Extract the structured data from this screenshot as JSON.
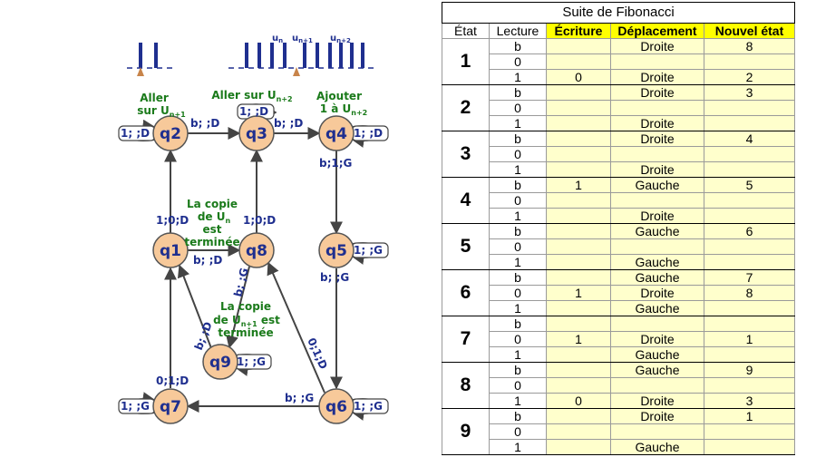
{
  "diagram": {
    "states": {
      "q1": "q1",
      "q2": "q2",
      "q3": "q3",
      "q4": "q4",
      "q5": "q5",
      "q6": "q6",
      "q7": "q7",
      "q8": "q8",
      "q9": "q9"
    },
    "tape1": {
      "labels": []
    },
    "tape2": {
      "labels": [
        "u",
        "n",
        "u",
        "n+1",
        "u",
        "n+2"
      ]
    },
    "annotations": {
      "q2_line1": "Aller",
      "q2_line2": "sur U",
      "q2_sub": "n+1",
      "q3_line1": "Aller sur U",
      "q3_sub": "n+2",
      "q4_line1": "Ajouter",
      "q4_line2": "1 à U",
      "q4_sub": "n+2",
      "q8_line1": "La copie",
      "q8_line2": "de U",
      "q8_sub": "n",
      "q8_line3": "est",
      "q8_line4": "terminée",
      "q9_line1": "La copie",
      "q9_line2": "de U",
      "q9_sub": "n+1",
      "q9_line2b": " est",
      "q9_line3": "terminée"
    },
    "edges": {
      "q2_loop": "1; ;D",
      "q3_loop": "1; ;D",
      "q4_loop": "1; ;D",
      "q5_loop": "1; ;G",
      "q6_loop": "1; ;G",
      "q7_loop": "1; ;G",
      "q9_loop": "1; ;G",
      "q2_q3": "b; ;D",
      "q3_q4": "b; ;D",
      "q4_q5": "b;1;G",
      "q5_q6": "b; ;G",
      "q6_q7": "b; ;G",
      "q7_q1": "0;1;D",
      "q1_q2": "1;0;D",
      "q1_q8": "b; ;D",
      "q8_q3": "1;0;D",
      "q8_q9": "b; ;G",
      "q9_q1": "b; ;D",
      "q6_q8": "0;1;D"
    }
  },
  "table": {
    "title": "Suite de Fibonacci",
    "headers": [
      "État",
      "Lecture",
      "Écriture",
      "Déplacement",
      "Nouvel état"
    ],
    "groups": [
      {
        "state": "1",
        "rows": [
          {
            "read": "b",
            "write": "",
            "move": "Droite",
            "next": "8"
          },
          {
            "read": "0",
            "write": "",
            "move": "",
            "next": ""
          },
          {
            "read": "1",
            "write": "0",
            "move": "Droite",
            "next": "2"
          }
        ]
      },
      {
        "state": "2",
        "rows": [
          {
            "read": "b",
            "write": "",
            "move": "Droite",
            "next": "3"
          },
          {
            "read": "0",
            "write": "",
            "move": "",
            "next": ""
          },
          {
            "read": "1",
            "write": "",
            "move": "Droite",
            "next": ""
          }
        ]
      },
      {
        "state": "3",
        "rows": [
          {
            "read": "b",
            "write": "",
            "move": "Droite",
            "next": "4"
          },
          {
            "read": "0",
            "write": "",
            "move": "",
            "next": ""
          },
          {
            "read": "1",
            "write": "",
            "move": "Droite",
            "next": ""
          }
        ]
      },
      {
        "state": "4",
        "rows": [
          {
            "read": "b",
            "write": "1",
            "move": "Gauche",
            "next": "5"
          },
          {
            "read": "0",
            "write": "",
            "move": "",
            "next": ""
          },
          {
            "read": "1",
            "write": "",
            "move": "Droite",
            "next": ""
          }
        ]
      },
      {
        "state": "5",
        "rows": [
          {
            "read": "b",
            "write": "",
            "move": "Gauche",
            "next": "6"
          },
          {
            "read": "0",
            "write": "",
            "move": "",
            "next": ""
          },
          {
            "read": "1",
            "write": "",
            "move": "Gauche",
            "next": ""
          }
        ]
      },
      {
        "state": "6",
        "rows": [
          {
            "read": "b",
            "write": "",
            "move": "Gauche",
            "next": "7"
          },
          {
            "read": "0",
            "write": "1",
            "move": "Droite",
            "next": "8"
          },
          {
            "read": "1",
            "write": "",
            "move": "Gauche",
            "next": ""
          }
        ]
      },
      {
        "state": "7",
        "rows": [
          {
            "read": "b",
            "write": "",
            "move": "",
            "next": ""
          },
          {
            "read": "0",
            "write": "1",
            "move": "Droite",
            "next": "1"
          },
          {
            "read": "1",
            "write": "",
            "move": "Gauche",
            "next": ""
          }
        ]
      },
      {
        "state": "8",
        "rows": [
          {
            "read": "b",
            "write": "",
            "move": "Gauche",
            "next": "9"
          },
          {
            "read": "0",
            "write": "",
            "move": "",
            "next": ""
          },
          {
            "read": "1",
            "write": "0",
            "move": "Droite",
            "next": "3"
          }
        ]
      },
      {
        "state": "9",
        "rows": [
          {
            "read": "b",
            "write": "",
            "move": "Droite",
            "next": "1"
          },
          {
            "read": "0",
            "write": "",
            "move": "",
            "next": ""
          },
          {
            "read": "1",
            "write": "",
            "move": "Gauche",
            "next": ""
          }
        ]
      }
    ]
  },
  "colors": {
    "node_fill": "#f7c99a",
    "node_stroke": "#555555",
    "label_blue": "#1f2f8f",
    "annotation_green": "#1a7a1a",
    "tape_bar": "#1f2f8f",
    "head_marker": "#c8844a",
    "header_yellow": "#ffff00",
    "cell_yellow": "#ffffcc"
  }
}
